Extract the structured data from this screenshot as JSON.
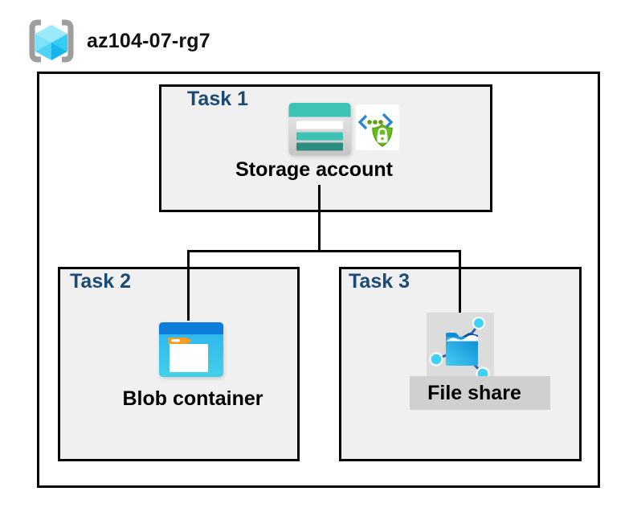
{
  "resource_group": {
    "name": "az104-07-rg7",
    "icon": "azure-resource-group-icon"
  },
  "tasks": [
    {
      "id": "task1",
      "label": "Task 1",
      "node_label": "Storage account",
      "icons": [
        "storage-account-icon",
        "secure-access-icon"
      ]
    },
    {
      "id": "task2",
      "label": "Task 2",
      "node_label": "Blob container",
      "icons": [
        "blob-container-icon"
      ]
    },
    {
      "id": "task3",
      "label": "Task 3",
      "node_label": "File share",
      "icons": [
        "file-share-icon"
      ]
    }
  ],
  "connections": [
    {
      "from": "Storage account",
      "to": "Blob container"
    },
    {
      "from": "Storage account",
      "to": "File share"
    }
  ],
  "colors": {
    "task_label": "#1b4a73",
    "box_fill": "#f0f0f0",
    "box_border": "#000000",
    "storage_teal": "#3cc3b4",
    "storage_teal_dark": "#2c8c7f",
    "azure_blue_bar": "#0e7cdb",
    "blob_body_blue": "#35c0ee",
    "folder_tab_orange": "#f79a1e",
    "cyan_node": "#3fd1f8",
    "shield_green": "#68bc1e",
    "code_bracket_blue": "#2e86d2",
    "dot_green": "#5f9e0e",
    "file_share_tile_gray": "#dcdcdc",
    "file_share_band_gray": "#d0d0d0",
    "cube_cyan_light": "#9ce9f9",
    "cube_cyan_mid": "#5cd9f6",
    "cube_cyan_dark": "#2fc9f1",
    "bracket_gray": "#9d9d9d"
  }
}
